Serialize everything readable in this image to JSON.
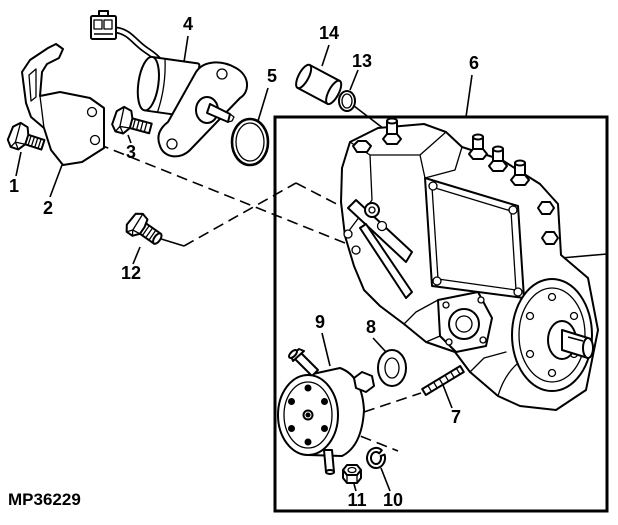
{
  "figure_id": "MP36229",
  "callouts": {
    "part_1": "1",
    "part_2": "2",
    "part_3": "3",
    "part_4": "4",
    "part_5": "5",
    "part_6": "6",
    "part_7": "7",
    "part_8": "8",
    "part_9": "9",
    "part_10": "10",
    "part_11": "11",
    "part_12": "12",
    "part_13": "13",
    "part_14": "14"
  },
  "colors": {
    "ink": "#000000",
    "paper": "#ffffff"
  }
}
